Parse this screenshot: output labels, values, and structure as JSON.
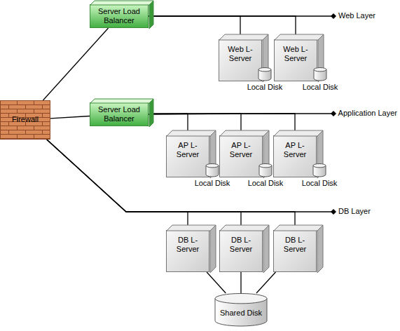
{
  "diagram": {
    "nodes": [
      {
        "text": [
          "Server Load Balancer"
        ]
      },
      {
        "text": [
          "Web L-Server"
        ]
      },
      {
        "text": [
          "Web L-Server"
        ]
      },
      {
        "text": [
          "Local Disk"
        ]
      },
      {
        "text": [
          "Local Disk"
        ]
      },
      {
        "text": [
          "Firewall"
        ]
      },
      {
        "text": [
          "Server Load Balancer"
        ]
      },
      {
        "text": [
          "AP L-Server"
        ]
      },
      {
        "text": [
          "AP L-Server"
        ]
      },
      {
        "text": [
          "AP L-Server"
        ]
      },
      {
        "text": [
          "Local Disk"
        ]
      },
      {
        "text": [
          "Local Disk"
        ]
      },
      {
        "text": [
          "Local Disk"
        ]
      },
      {
        "text": [
          "DB L-Server"
        ]
      },
      {
        "text": [
          "DB L-Server"
        ]
      },
      {
        "text": [
          "DB L-Server"
        ]
      },
      {
        "text": [
          "Shared Disk"
        ]
      }
    ],
    "edges": [
      {
        "from": 5,
        "to": 0,
        "arrow": "none"
      },
      {
        "from": 5,
        "to": 6,
        "arrow": "none"
      },
      {
        "from": 5,
        "to": 13,
        "arrow": "none"
      },
      {
        "from": 5,
        "to": 14,
        "arrow": "none"
      },
      {
        "from": 5,
        "to": 15,
        "arrow": "none"
      },
      {
        "from": 0,
        "to": 1,
        "arrow": "none"
      },
      {
        "from": 0,
        "to": 2,
        "arrow": "none"
      },
      {
        "from": 6,
        "to": 7,
        "arrow": "none"
      },
      {
        "from": 6,
        "to": 8,
        "arrow": "none"
      },
      {
        "from": 6,
        "to": 9,
        "arrow": "none"
      },
      {
        "from": 13,
        "to": 16,
        "arrow": "none"
      },
      {
        "from": 14,
        "to": 16,
        "arrow": "none"
      },
      {
        "from": 15,
        "to": 16,
        "arrow": "none"
      }
    ],
    "labels": [
      "Web Layer",
      "Application Layer",
      "DB Layer"
    ]
  }
}
